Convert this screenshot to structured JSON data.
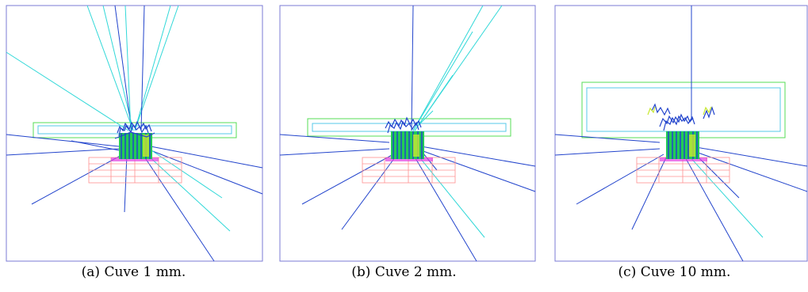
{
  "figure": {
    "panels": [
      {
        "caption": "(a) Cuve 1 mm."
      },
      {
        "caption": "(b) Cuve 2 mm."
      },
      {
        "caption": "(c) Cuve 10 mm."
      }
    ]
  },
  "colors": {
    "frame": "#7b7bd6",
    "tank_outer": "#55dd55",
    "tank_inner": "#55c8e8",
    "track_blue": "#2244cc",
    "track_cyan": "#30d8d8",
    "detector_green": "#22cc55",
    "detector_yellow": "#c8e830",
    "base_red": "#ff9090",
    "base_magenta": "#e040e0"
  }
}
